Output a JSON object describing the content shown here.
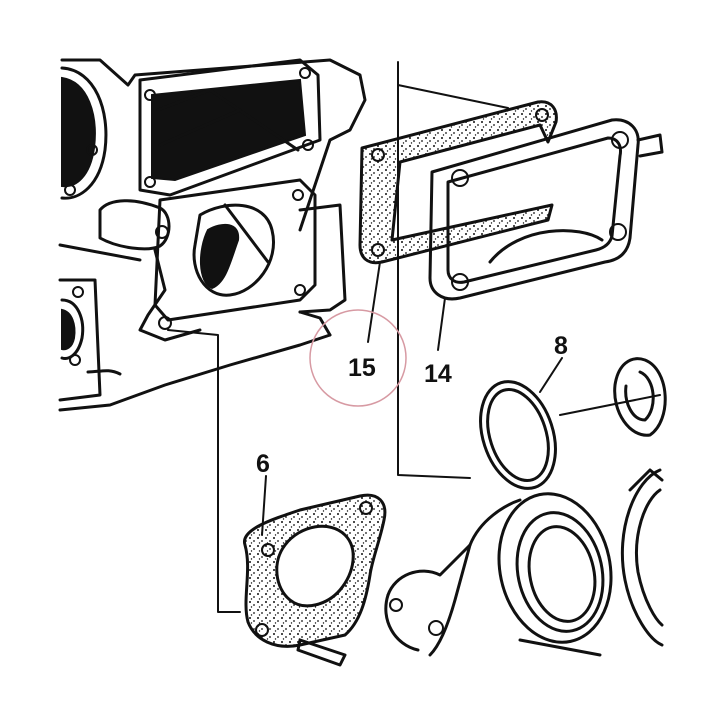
{
  "labels": {
    "p15": "15",
    "p14": "14",
    "p8": "8",
    "p6": "6"
  },
  "colors": {
    "ink": "#111111",
    "highlight": "#d79aa3",
    "background": "#ffffff"
  }
}
